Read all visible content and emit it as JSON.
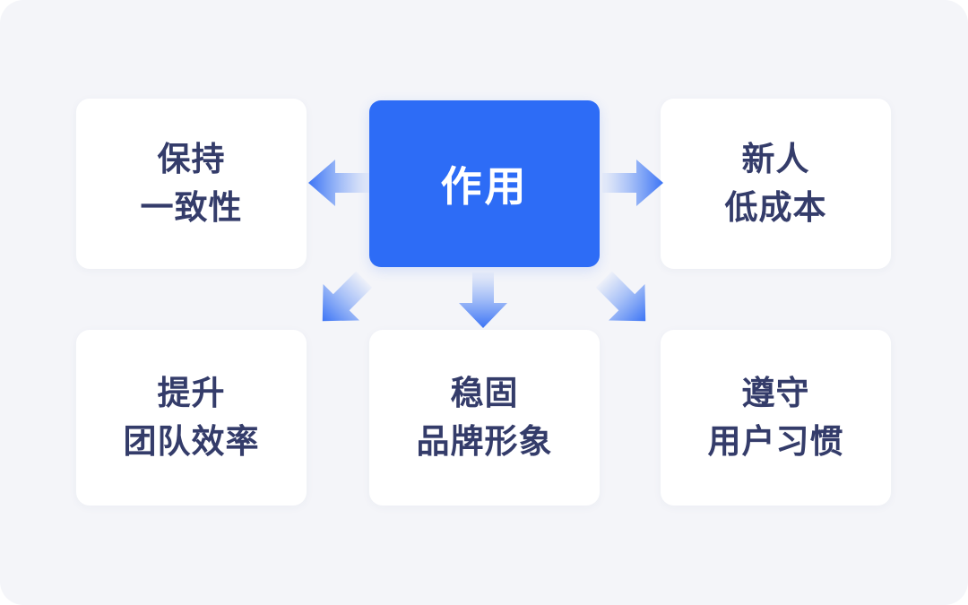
{
  "diagram": {
    "title": "作用",
    "background_color": "#f4f5f9",
    "accent_color": "#2d6cf6",
    "text_color": "#343c6a",
    "center": {
      "label": "作用",
      "name": "center-node"
    },
    "nodes": [
      {
        "id": "consistency",
        "position": "top-left",
        "line1": "保持",
        "line2": "一致性"
      },
      {
        "id": "newcomer-low-cost",
        "position": "top-right",
        "line1": "新人",
        "line2": "低成本"
      },
      {
        "id": "team-efficiency",
        "position": "bottom-left",
        "line1": "提升",
        "line2": "团队效率"
      },
      {
        "id": "brand-image",
        "position": "bottom-center",
        "line1": "稳固",
        "line2": "品牌形象"
      },
      {
        "id": "user-habits",
        "position": "bottom-right",
        "line1": "遵守",
        "line2": "用户习惯"
      }
    ],
    "arrows": [
      {
        "id": "arrow-left",
        "direction": "left",
        "from": "center",
        "to": "consistency"
      },
      {
        "id": "arrow-right",
        "direction": "right",
        "from": "center",
        "to": "newcomer-low-cost"
      },
      {
        "id": "arrow-dl",
        "direction": "down-left",
        "from": "center",
        "to": "team-efficiency"
      },
      {
        "id": "arrow-down",
        "direction": "down",
        "from": "center",
        "to": "brand-image"
      },
      {
        "id": "arrow-dr",
        "direction": "down-right",
        "from": "center",
        "to": "user-habits"
      }
    ]
  }
}
